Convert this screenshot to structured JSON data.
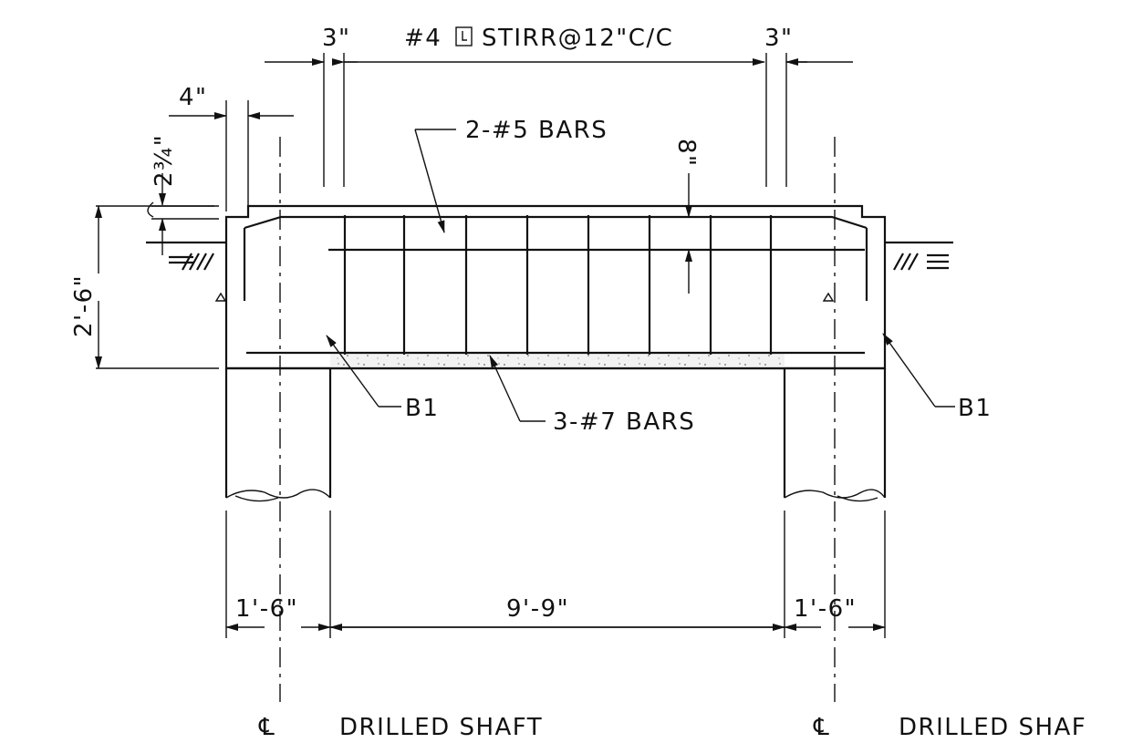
{
  "dimensions": {
    "top_left_cover": "3\"",
    "top_right_cover": "3\"",
    "stirrup_spec": "#4",
    "stirrup_spacing": "STIRR@12\"C/C",
    "ledge_width": "4\"",
    "ledge_depth": "2¾\"",
    "cap_depth": "2'-6\"",
    "clear_cover_top": "8\"",
    "bottom_left": "1'-6\"",
    "bottom_center": "9'-9\"",
    "bottom_right": "1'-6\""
  },
  "callouts": {
    "top_bars": "2-#5 BARS",
    "bottom_bars": "3-#7 BARS",
    "left_bar_mark": "B1",
    "right_bar_mark": "B1"
  },
  "centerlines": {
    "left_symbol": "℄",
    "left_label": "DRILLED SHAFT",
    "right_symbol": "℄",
    "right_label": "DRILLED SHAF"
  },
  "icons": {
    "stirrup_symbol": "stirrup-icon",
    "ground_hatch": "earth-hatch-icon",
    "leader_arrow": "arrowhead-icon"
  }
}
